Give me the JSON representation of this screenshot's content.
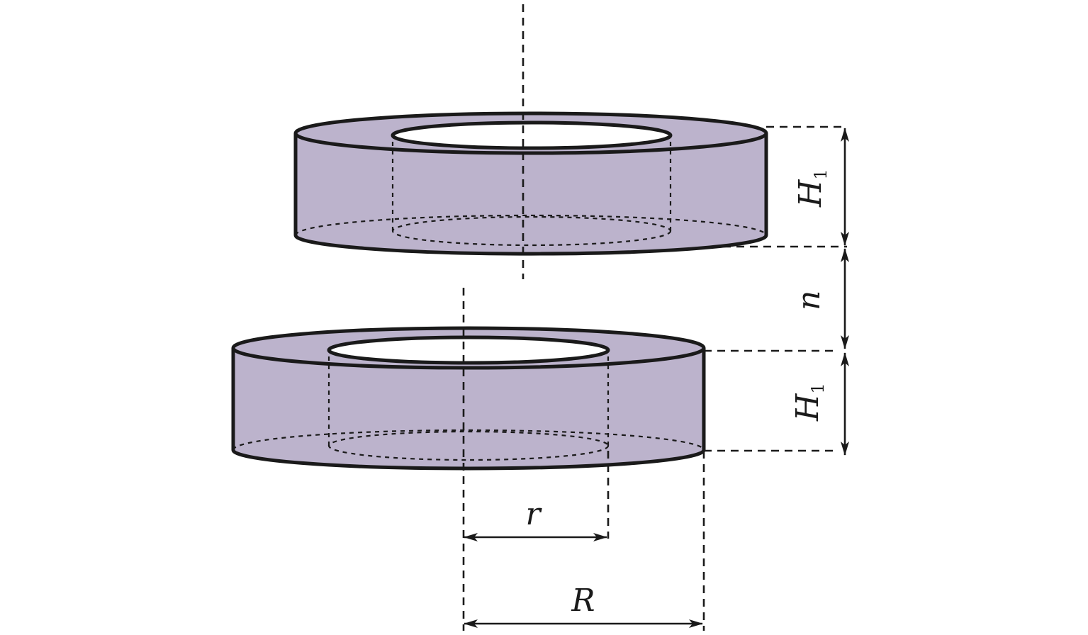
{
  "labels": {
    "height_top": "H",
    "height_top_sub": "1",
    "gap": "n",
    "height_bottom": "H",
    "height_bottom_sub": "1",
    "inner_radius": "r",
    "outer_radius": "R"
  },
  "colors": {
    "ring_fill": "#bcb3cc",
    "line": "#1a1a1a",
    "background": "#ffffff"
  }
}
